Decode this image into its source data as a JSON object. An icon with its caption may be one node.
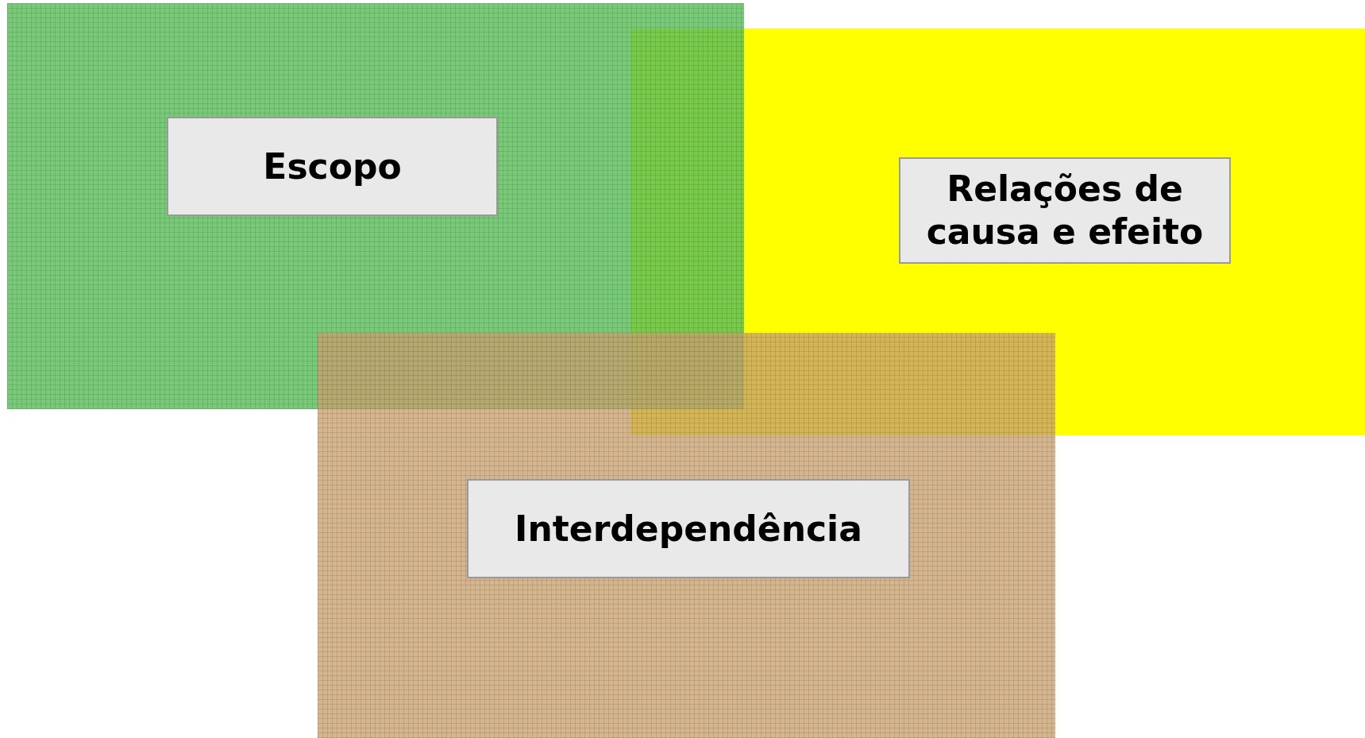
{
  "diagram": {
    "nodes": [
      {
        "text": [],
        "shape": "box"
      },
      {
        "text": [
          "Escopo"
        ],
        "in": 0
      },
      {
        "text": [],
        "shape": "box"
      },
      {
        "text": [
          "Relações de causa e efeito"
        ],
        "in": 2
      },
      {
        "text": [],
        "shape": "box"
      },
      {
        "text": [
          "Interdependência"
        ],
        "in": 4
      }
    ],
    "edges": []
  }
}
